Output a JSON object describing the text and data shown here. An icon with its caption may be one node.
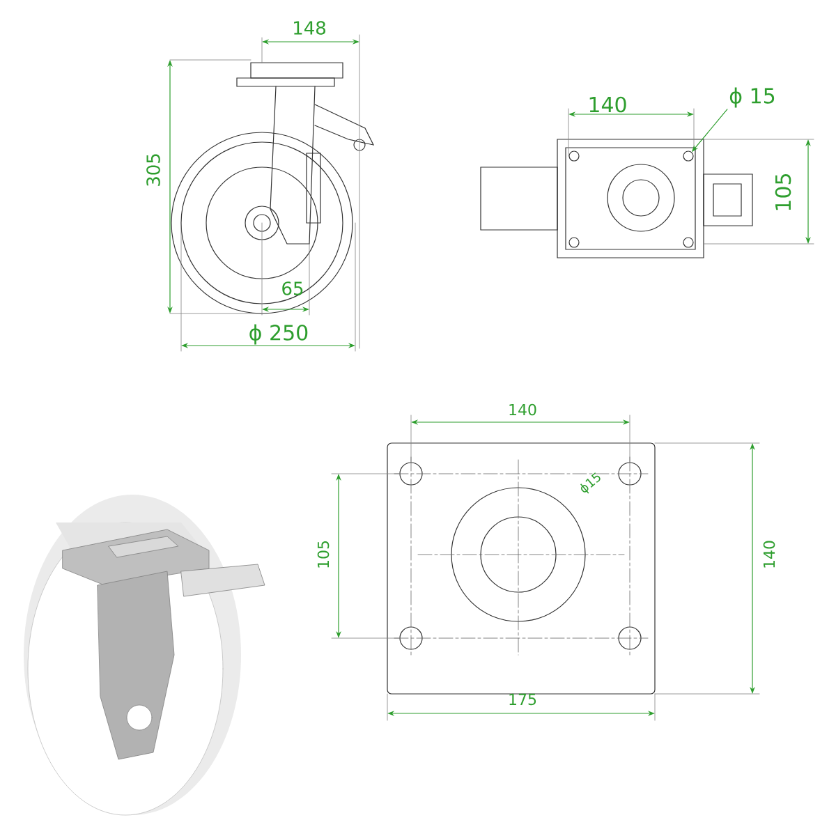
{
  "diagram": {
    "nodes": [
      {
        "text": [
          "ϕ 15"
        ]
      },
      {
        "text": [],
        "shape": "circle"
      }
    ],
    "edges": [
      {
        "from": 0,
        "to": 1,
        "arrow": "to"
      }
    ],
    "labels": [
      "148",
      "305",
      "65",
      "ϕ 250",
      "140",
      "105",
      "140",
      "ϕ15",
      "105",
      "140",
      "175"
    ]
  }
}
